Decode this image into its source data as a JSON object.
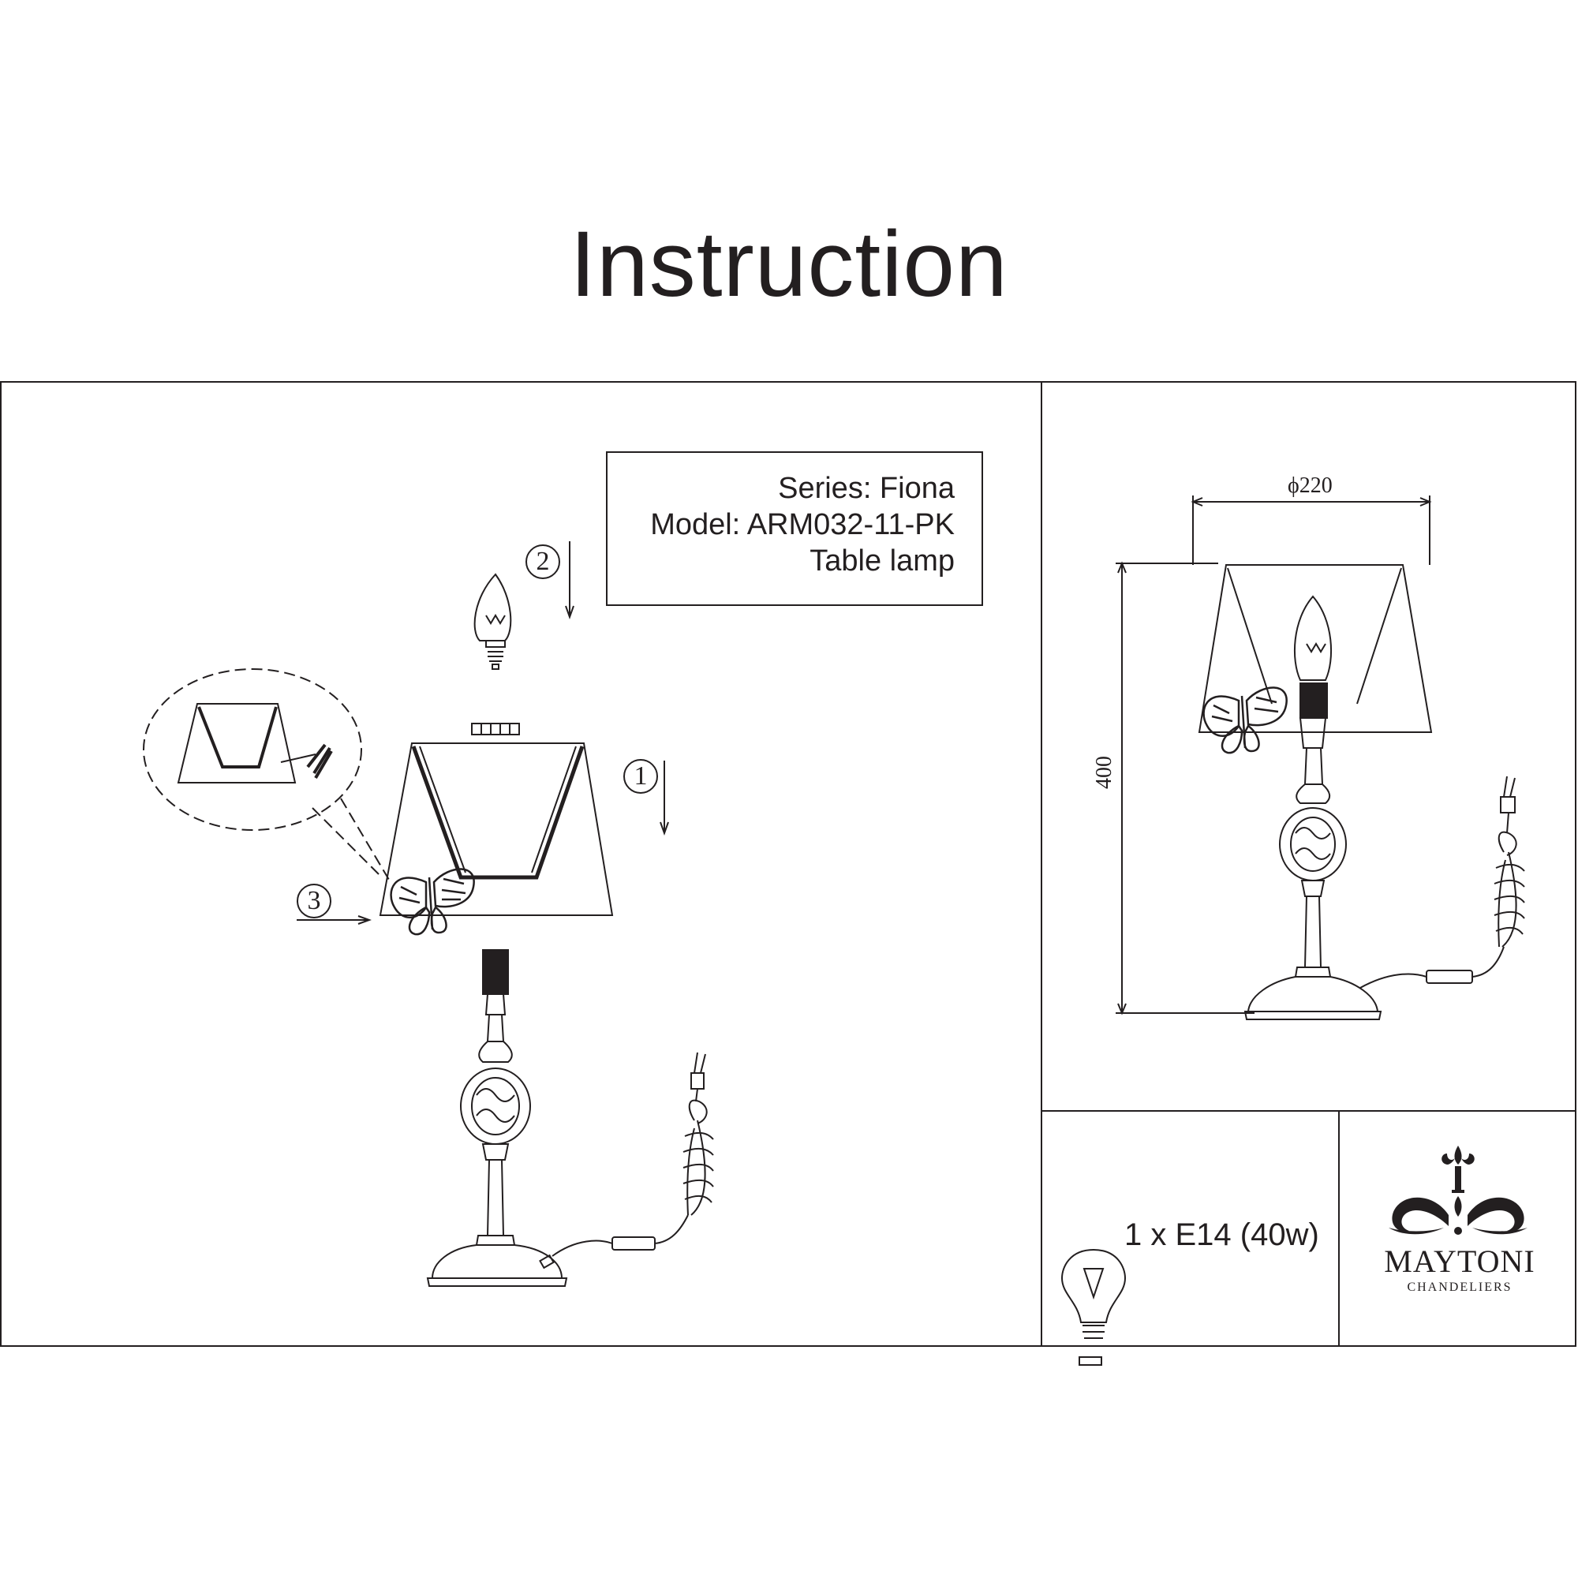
{
  "title": "Instruction",
  "spec": {
    "series": "Series: Fiona",
    "model": "Model: ARM032-11-PK",
    "type": "Table lamp"
  },
  "steps": {
    "s1": "1",
    "s2": "2",
    "s3": "3"
  },
  "dimensions": {
    "diameter": "ϕ220",
    "height": "400"
  },
  "bulb": {
    "spec": "1 x E14 (40w)",
    "icon": "light-bulb-icon"
  },
  "brand": {
    "name": "MAYTONI",
    "subtitle": "CHANDELIERS",
    "logo": "fleur-ornament-logo"
  },
  "colors": {
    "ink": "#231f20",
    "background": "#ffffff"
  }
}
